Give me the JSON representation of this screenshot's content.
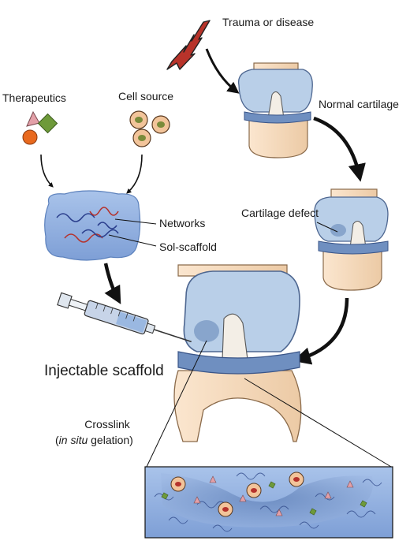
{
  "labels": {
    "trauma": "Trauma or disease",
    "normal": "Normal cartilage",
    "therapeutics": "Therapeutics",
    "cell_source": "Cell source",
    "defect": "Cartilage defect",
    "networks": "Networks",
    "sol_scaffold": "Sol-scaffold",
    "injectable": "Injectable scaffold",
    "crosslink": "Crosslink",
    "in_situ_open": "(",
    "in_situ_italic": "in situ",
    "in_situ_rest": " gelation)"
  },
  "colors": {
    "bolt": "#b8332a",
    "cartilage": "#b9cfe8",
    "cartilage_dark": "#7f9dc7",
    "bone": "#f6dcc0",
    "bone_outline": "#8a6a4a",
    "meniscus": "#6f8fc0",
    "gel": "#8fb0df",
    "gel_dark": "#5d82bd",
    "cell": "#f2c49a",
    "cell_nucleus": "#7a8b3a",
    "fiber_blue": "#2a3e8c",
    "fiber_red": "#b5322c",
    "triangle": "#e3a0a8",
    "square": "#6e9a3a",
    "circle": "#e8691e",
    "arrow": "#111111"
  },
  "icons": [
    "lightning-bolt-icon",
    "triangle-icon",
    "square-icon",
    "circle-icon",
    "cell-icon",
    "syringe-icon"
  ]
}
